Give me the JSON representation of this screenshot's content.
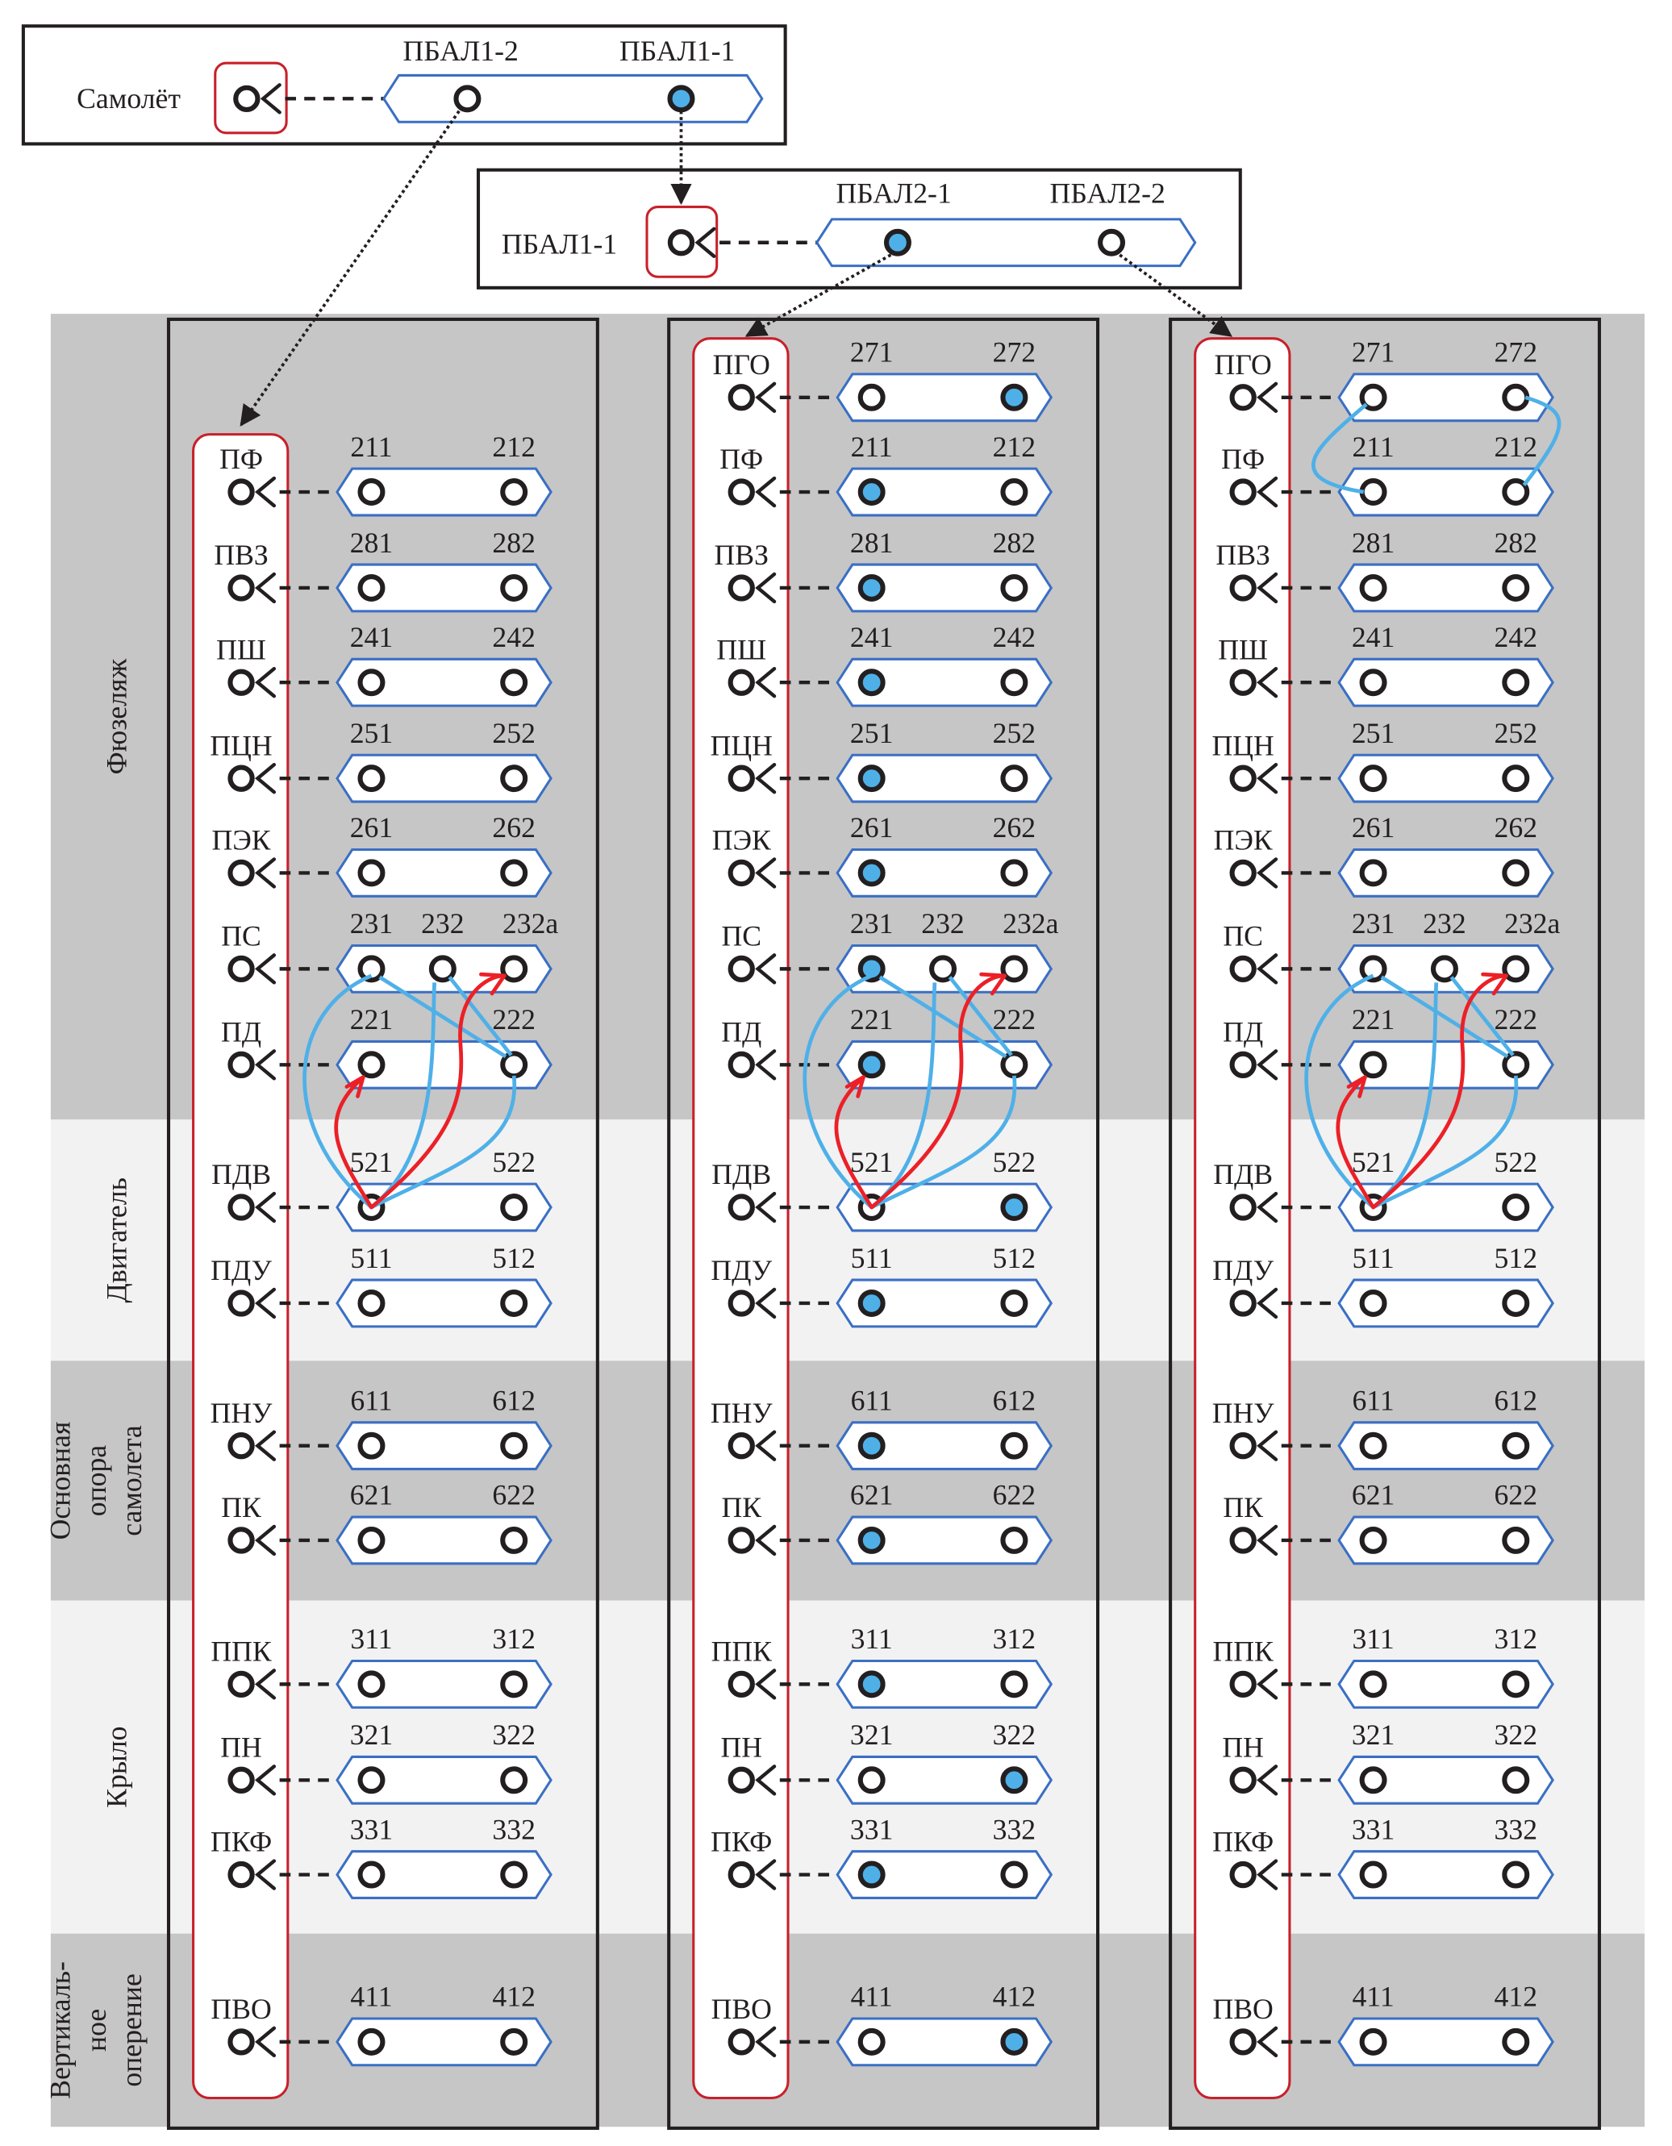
{
  "colors": {
    "band_dark": "#c6c6c6",
    "band_light": "#f2f2f2",
    "node_filled": "#4fb0e8",
    "node_empty": "#ffffff",
    "container_border": "#c8202a",
    "port_group_border": "#3a6fc4",
    "link_blue": "#4fb0e8",
    "link_red": "#ec2027"
  },
  "top_level": {
    "container_label": "Самолёт",
    "ports": [
      {
        "label": "ПБАЛ1-2",
        "filled": false
      },
      {
        "label": "ПБАЛ1-1",
        "filled": true
      }
    ]
  },
  "second_level": {
    "container_label": "ПБАЛ1-1",
    "ports": [
      {
        "label": "ПБАЛ2-1",
        "filled": true
      },
      {
        "label": "ПБАЛ2-2",
        "filled": false
      }
    ]
  },
  "bands": [
    {
      "label_lines": [
        "Фюзеляж"
      ],
      "tone": "dark"
    },
    {
      "label_lines": [
        "Двигатель"
      ],
      "tone": "light"
    },
    {
      "label_lines": [
        "Основная",
        "опора",
        "самолета"
      ],
      "tone": "dark"
    },
    {
      "label_lines": [
        "Крыло"
      ],
      "tone": "light"
    },
    {
      "label_lines": [
        "Вертикаль-",
        "ное",
        "оперение"
      ],
      "tone": "dark"
    }
  ],
  "columns": [
    {
      "source": "ПБАЛ1-2",
      "rows": [
        {
          "label": "ПФ",
          "ports": [
            {
              "n": "211",
              "f": false
            },
            {
              "n": "212",
              "f": false
            }
          ]
        },
        {
          "label": "ПВЗ",
          "ports": [
            {
              "n": "281",
              "f": false
            },
            {
              "n": "282",
              "f": false
            }
          ]
        },
        {
          "label": "ПШ",
          "ports": [
            {
              "n": "241",
              "f": false
            },
            {
              "n": "242",
              "f": false
            }
          ]
        },
        {
          "label": "ПЦН",
          "ports": [
            {
              "n": "251",
              "f": false
            },
            {
              "n": "252",
              "f": false
            }
          ]
        },
        {
          "label": "ПЭК",
          "ports": [
            {
              "n": "261",
              "f": false
            },
            {
              "n": "262",
              "f": false
            }
          ]
        },
        {
          "label": "ПС",
          "ports": [
            {
              "n": "231",
              "f": false
            },
            {
              "n": "232",
              "f": false
            },
            {
              "n": "232а",
              "f": false
            }
          ]
        },
        {
          "label": "ПД",
          "ports": [
            {
              "n": "221",
              "f": false
            },
            {
              "n": "222",
              "f": false
            }
          ]
        },
        {
          "label": "ПДВ",
          "ports": [
            {
              "n": "521",
              "f": false
            },
            {
              "n": "522",
              "f": false
            }
          ]
        },
        {
          "label": "ПДУ",
          "ports": [
            {
              "n": "511",
              "f": false
            },
            {
              "n": "512",
              "f": false
            }
          ]
        },
        {
          "label": "ПНУ",
          "ports": [
            {
              "n": "611",
              "f": false
            },
            {
              "n": "612",
              "f": false
            }
          ]
        },
        {
          "label": "ПК",
          "ports": [
            {
              "n": "621",
              "f": false
            },
            {
              "n": "622",
              "f": false
            }
          ]
        },
        {
          "label": "ППК",
          "ports": [
            {
              "n": "311",
              "f": false
            },
            {
              "n": "312",
              "f": false
            }
          ]
        },
        {
          "label": "ПН",
          "ports": [
            {
              "n": "321",
              "f": false
            },
            {
              "n": "322",
              "f": false
            }
          ]
        },
        {
          "label": "ПКФ",
          "ports": [
            {
              "n": "331",
              "f": false
            },
            {
              "n": "332",
              "f": false
            }
          ]
        },
        {
          "label": "ПВО",
          "ports": [
            {
              "n": "411",
              "f": false
            },
            {
              "n": "412",
              "f": false
            }
          ]
        }
      ]
    },
    {
      "source": "ПБАЛ2-1",
      "rows": [
        {
          "label": "ПГО",
          "ports": [
            {
              "n": "271",
              "f": false
            },
            {
              "n": "272",
              "f": true
            }
          ]
        },
        {
          "label": "ПФ",
          "ports": [
            {
              "n": "211",
              "f": true
            },
            {
              "n": "212",
              "f": false
            }
          ]
        },
        {
          "label": "ПВЗ",
          "ports": [
            {
              "n": "281",
              "f": true
            },
            {
              "n": "282",
              "f": false
            }
          ]
        },
        {
          "label": "ПШ",
          "ports": [
            {
              "n": "241",
              "f": true
            },
            {
              "n": "242",
              "f": false
            }
          ]
        },
        {
          "label": "ПЦН",
          "ports": [
            {
              "n": "251",
              "f": true
            },
            {
              "n": "252",
              "f": false
            }
          ]
        },
        {
          "label": "ПЭК",
          "ports": [
            {
              "n": "261",
              "f": true
            },
            {
              "n": "262",
              "f": false
            }
          ]
        },
        {
          "label": "ПС",
          "ports": [
            {
              "n": "231",
              "f": true
            },
            {
              "n": "232",
              "f": false
            },
            {
              "n": "232а",
              "f": false
            }
          ]
        },
        {
          "label": "ПД",
          "ports": [
            {
              "n": "221",
              "f": true
            },
            {
              "n": "222",
              "f": false
            }
          ]
        },
        {
          "label": "ПДВ",
          "ports": [
            {
              "n": "521",
              "f": false
            },
            {
              "n": "522",
              "f": true
            }
          ]
        },
        {
          "label": "ПДУ",
          "ports": [
            {
              "n": "511",
              "f": true
            },
            {
              "n": "512",
              "f": false
            }
          ]
        },
        {
          "label": "ПНУ",
          "ports": [
            {
              "n": "611",
              "f": true
            },
            {
              "n": "612",
              "f": false
            }
          ]
        },
        {
          "label": "ПК",
          "ports": [
            {
              "n": "621",
              "f": true
            },
            {
              "n": "622",
              "f": false
            }
          ]
        },
        {
          "label": "ППК",
          "ports": [
            {
              "n": "311",
              "f": true
            },
            {
              "n": "312",
              "f": false
            }
          ]
        },
        {
          "label": "ПН",
          "ports": [
            {
              "n": "321",
              "f": false
            },
            {
              "n": "322",
              "f": true
            }
          ]
        },
        {
          "label": "ПКФ",
          "ports": [
            {
              "n": "331",
              "f": true
            },
            {
              "n": "332",
              "f": false
            }
          ]
        },
        {
          "label": "ПВО",
          "ports": [
            {
              "n": "411",
              "f": false
            },
            {
              "n": "412",
              "f": true
            }
          ]
        }
      ]
    },
    {
      "source": "ПБАЛ2-2",
      "rows": [
        {
          "label": "ПГО",
          "ports": [
            {
              "n": "271",
              "f": false
            },
            {
              "n": "272",
              "f": false
            }
          ]
        },
        {
          "label": "ПФ",
          "ports": [
            {
              "n": "211",
              "f": false
            },
            {
              "n": "212",
              "f": false
            }
          ]
        },
        {
          "label": "ПВЗ",
          "ports": [
            {
              "n": "281",
              "f": false
            },
            {
              "n": "282",
              "f": false
            }
          ]
        },
        {
          "label": "ПШ",
          "ports": [
            {
              "n": "241",
              "f": false
            },
            {
              "n": "242",
              "f": false
            }
          ]
        },
        {
          "label": "ПЦН",
          "ports": [
            {
              "n": "251",
              "f": false
            },
            {
              "n": "252",
              "f": false
            }
          ]
        },
        {
          "label": "ПЭК",
          "ports": [
            {
              "n": "261",
              "f": false
            },
            {
              "n": "262",
              "f": false
            }
          ]
        },
        {
          "label": "ПС",
          "ports": [
            {
              "n": "231",
              "f": false
            },
            {
              "n": "232",
              "f": false
            },
            {
              "n": "232а",
              "f": false
            }
          ]
        },
        {
          "label": "ПД",
          "ports": [
            {
              "n": "221",
              "f": false
            },
            {
              "n": "222",
              "f": false
            }
          ]
        },
        {
          "label": "ПДВ",
          "ports": [
            {
              "n": "521",
              "f": false
            },
            {
              "n": "522",
              "f": false
            }
          ]
        },
        {
          "label": "ПДУ",
          "ports": [
            {
              "n": "511",
              "f": false
            },
            {
              "n": "512",
              "f": false
            }
          ]
        },
        {
          "label": "ПНУ",
          "ports": [
            {
              "n": "611",
              "f": false
            },
            {
              "n": "612",
              "f": false
            }
          ]
        },
        {
          "label": "ПК",
          "ports": [
            {
              "n": "621",
              "f": false
            },
            {
              "n": "622",
              "f": false
            }
          ]
        },
        {
          "label": "ППК",
          "ports": [
            {
              "n": "311",
              "f": false
            },
            {
              "n": "312",
              "f": false
            }
          ]
        },
        {
          "label": "ПН",
          "ports": [
            {
              "n": "321",
              "f": false
            },
            {
              "n": "322",
              "f": false
            }
          ]
        },
        {
          "label": "ПКФ",
          "ports": [
            {
              "n": "331",
              "f": false
            },
            {
              "n": "332",
              "f": false
            }
          ]
        },
        {
          "label": "ПВО",
          "ports": [
            {
              "n": "411",
              "f": false
            },
            {
              "n": "412",
              "f": false
            }
          ]
        }
      ]
    }
  ],
  "links": {
    "blue": [
      {
        "from": "521",
        "to": "231"
      },
      {
        "from": "521",
        "to": "232"
      },
      {
        "from": "521",
        "to": "222"
      },
      {
        "from": "231",
        "to": "222"
      },
      {
        "from": "232",
        "to": "222"
      }
    ],
    "red": [
      {
        "from": "521",
        "to": "221"
      },
      {
        "from": "521",
        "to": "232а"
      }
    ],
    "blue_extra_column3": [
      {
        "from": "271",
        "to": "211"
      },
      {
        "from": "272",
        "to": "212"
      }
    ]
  }
}
